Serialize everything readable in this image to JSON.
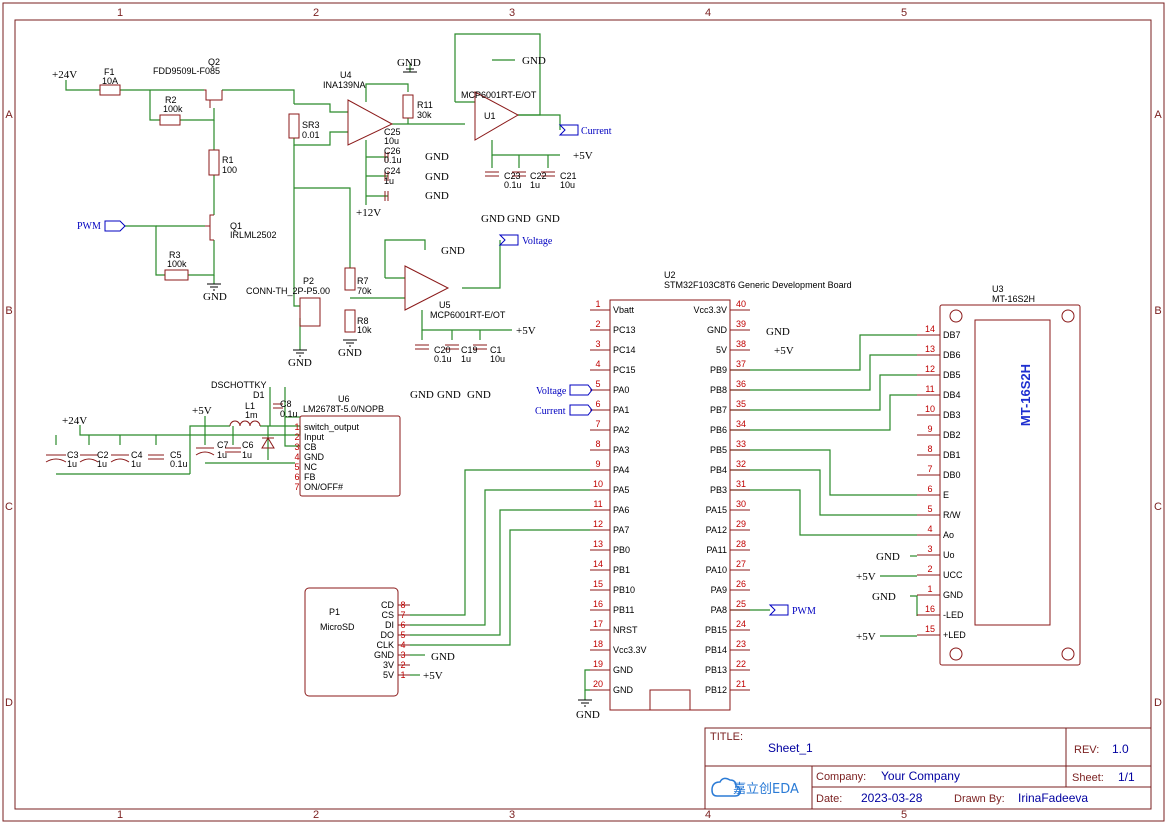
{
  "frame": {
    "columns": [
      "1",
      "2",
      "3",
      "4",
      "5"
    ],
    "rows": [
      "A",
      "B",
      "C",
      "D"
    ]
  },
  "title_block": {
    "title_label": "TITLE:",
    "title": "Sheet_1",
    "rev_label": "REV:",
    "rev": "1.0",
    "company_label": "Company:",
    "company": "Your Company",
    "sheet_label": "Sheet:",
    "sheet": "1/1",
    "date_label": "Date:",
    "date": "2023-03-28",
    "drawn_label": "Drawn By:",
    "drawn": "IrinaFadeeva",
    "logo_text": "嘉立创EDA"
  },
  "power": {
    "p24a": "+24V",
    "p24b": "+24V",
    "p5": "+5V",
    "p12": "+12V",
    "gnd": "GND"
  },
  "nets": {
    "pwm": "PWM",
    "current": "Current",
    "voltage": "Voltage"
  },
  "components": {
    "f1_ref": "F1",
    "f1_val": "10A",
    "q2_ref": "Q2",
    "q2_val": "FDD9509L-F085",
    "r2_ref": "R2",
    "r2_val": "100k",
    "r1_ref": "R1",
    "r1_val": "100",
    "q1_ref": "Q1",
    "q1_val": "IRLML2502",
    "r3_ref": "R3",
    "r3_val": "100k",
    "sr3_ref": "SR3",
    "sr3_val": "0.01",
    "u4_ref": "U4",
    "u4_val": "INA139NA",
    "r11_ref": "R11",
    "r11_val": "30k",
    "u1_ref": "U1",
    "u1_val": "MCP6001RT-E/OT",
    "c25_ref": "C25",
    "c25_val": "10u",
    "c26_ref": "C26",
    "c26_val": "0.1u",
    "c24_ref": "C24",
    "c24_val": "1u",
    "c23_ref": "C23",
    "c23_val": "0.1u",
    "c22_ref": "C22",
    "c22_val": "1u",
    "c21_ref": "C21",
    "c21_val": "10u",
    "p2_ref": "P2",
    "p2_val": "CONN-TH_2P-P5.00",
    "r7_ref": "R7",
    "r7_val": "70k",
    "r8_ref": "R8",
    "r8_val": "10k",
    "u5_ref": "U5",
    "u5_val": "MCP6001RT-E/OT",
    "c20_ref": "C20",
    "c20_val": "0.1u",
    "c19_ref": "C19",
    "c19_val": "1u",
    "c1_ref": "C1",
    "c1_val": "10u",
    "d1_ref": "D1",
    "d1_val": "DSCHOTTKY",
    "l1_ref": "L1",
    "l1_val": "1m",
    "c8_ref": "C8",
    "c8_val": "0.1u",
    "u6_ref": "U6",
    "u6_val": "LM2678T-5.0/NOPB",
    "c3_ref": "C3",
    "c3_val": "1u",
    "c2_ref": "C2",
    "c2_val": "1u",
    "c4_ref": "C4",
    "c4_val": "1u",
    "c5_ref": "C5",
    "c5_val": "0.1u",
    "c7_ref": "C7",
    "c7_val": "1u",
    "c6_ref": "C6",
    "c6_val": "1u",
    "p1_ref": "P1",
    "p1_val": "MicroSD",
    "u2_ref": "U2",
    "u2_val": "STM32F103C8T6 Generic Development Board",
    "u3_ref": "U3",
    "u3_val": "MT-16S2H",
    "u3_body": "MT-16S2H"
  },
  "u6_pins": [
    {
      "n": "1",
      "name": "switch_output"
    },
    {
      "n": "2",
      "name": "Input"
    },
    {
      "n": "3",
      "name": "CB"
    },
    {
      "n": "4",
      "name": "GND"
    },
    {
      "n": "5",
      "name": "NC"
    },
    {
      "n": "6",
      "name": "FB"
    },
    {
      "n": "7",
      "name": "ON/OFF#"
    }
  ],
  "p1_pins": [
    {
      "n": "8",
      "name": "CD"
    },
    {
      "n": "7",
      "name": "CS"
    },
    {
      "n": "6",
      "name": "DI"
    },
    {
      "n": "5",
      "name": "DO"
    },
    {
      "n": "4",
      "name": "CLK"
    },
    {
      "n": "3",
      "name": "GND"
    },
    {
      "n": "2",
      "name": "3V"
    },
    {
      "n": "1",
      "name": "5V"
    }
  ],
  "u2_left": [
    {
      "n": "1",
      "name": "Vbatt"
    },
    {
      "n": "2",
      "name": "PC13"
    },
    {
      "n": "3",
      "name": "PC14"
    },
    {
      "n": "4",
      "name": "PC15"
    },
    {
      "n": "5",
      "name": "PA0"
    },
    {
      "n": "6",
      "name": "PA1"
    },
    {
      "n": "7",
      "name": "PA2"
    },
    {
      "n": "8",
      "name": "PA3"
    },
    {
      "n": "9",
      "name": "PA4"
    },
    {
      "n": "10",
      "name": "PA5"
    },
    {
      "n": "11",
      "name": "PA6"
    },
    {
      "n": "12",
      "name": "PA7"
    },
    {
      "n": "13",
      "name": "PB0"
    },
    {
      "n": "14",
      "name": "PB1"
    },
    {
      "n": "15",
      "name": "PB10"
    },
    {
      "n": "16",
      "name": "PB11"
    },
    {
      "n": "17",
      "name": "NRST"
    },
    {
      "n": "18",
      "name": "Vcc3.3V"
    },
    {
      "n": "19",
      "name": "GND"
    },
    {
      "n": "20",
      "name": "GND"
    }
  ],
  "u2_right": [
    {
      "n": "40",
      "name": "Vcc3.3V"
    },
    {
      "n": "39",
      "name": "GND"
    },
    {
      "n": "38",
      "name": "5V"
    },
    {
      "n": "37",
      "name": "PB9"
    },
    {
      "n": "36",
      "name": "PB8"
    },
    {
      "n": "35",
      "name": "PB7"
    },
    {
      "n": "34",
      "name": "PB6"
    },
    {
      "n": "33",
      "name": "PB5"
    },
    {
      "n": "32",
      "name": "PB4"
    },
    {
      "n": "31",
      "name": "PB3"
    },
    {
      "n": "30",
      "name": "PA15"
    },
    {
      "n": "29",
      "name": "PA12"
    },
    {
      "n": "28",
      "name": "PA11"
    },
    {
      "n": "27",
      "name": "PA10"
    },
    {
      "n": "26",
      "name": "PA9"
    },
    {
      "n": "25",
      "name": "PA8"
    },
    {
      "n": "24",
      "name": "PB15"
    },
    {
      "n": "23",
      "name": "PB14"
    },
    {
      "n": "22",
      "name": "PB13"
    },
    {
      "n": "21",
      "name": "PB12"
    }
  ],
  "u3_pins": [
    {
      "n": "14",
      "name": "DB7"
    },
    {
      "n": "13",
      "name": "DB6"
    },
    {
      "n": "12",
      "name": "DB5"
    },
    {
      "n": "11",
      "name": "DB4"
    },
    {
      "n": "10",
      "name": "DB3"
    },
    {
      "n": "9",
      "name": "DB2"
    },
    {
      "n": "8",
      "name": "DB1"
    },
    {
      "n": "7",
      "name": "DB0"
    },
    {
      "n": "6",
      "name": "E"
    },
    {
      "n": "5",
      "name": "R/W"
    },
    {
      "n": "4",
      "name": "Ao"
    },
    {
      "n": "3",
      "name": "Uo"
    },
    {
      "n": "2",
      "name": "UCC"
    },
    {
      "n": "1",
      "name": "GND"
    },
    {
      "n": "16",
      "name": "-LED"
    },
    {
      "n": "15",
      "name": "+LED"
    }
  ],
  "colors": {
    "frame": "#7a1f1f",
    "wire": "#2a8a2a",
    "pin": "#8b1a1a",
    "body": "#8b1a1a",
    "net": "#0000c0"
  }
}
